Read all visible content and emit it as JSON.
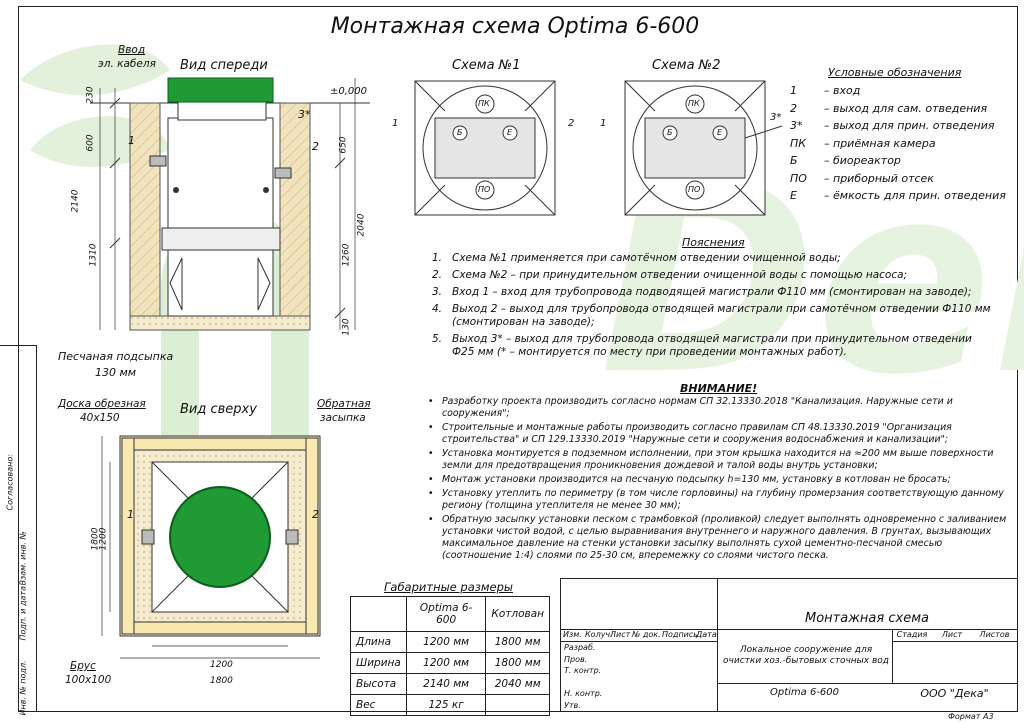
{
  "title": "Монтажная схема Optima 6-600",
  "watermark": "Deka",
  "front_view": {
    "heading": "Вид спереди",
    "cable_label": [
      "Ввод",
      "эл. кабеля"
    ],
    "level_label": "±0,000",
    "dims_left": [
      "230",
      "600",
      "2140",
      "1310"
    ],
    "dims_right": [
      "650",
      "2040",
      "1260",
      "130"
    ],
    "port_labels": [
      "1",
      "2",
      "3*"
    ],
    "sand_label": [
      "Песчаная подсыпка",
      "130 мм"
    ]
  },
  "schemes": [
    {
      "title": "Схема №1",
      "labels": [
        "ПК",
        "Б",
        "Е",
        "ПО",
        "1",
        "2"
      ]
    },
    {
      "title": "Схема №2",
      "labels": [
        "ПК",
        "Б",
        "Е",
        "ПО",
        "1",
        "3*"
      ]
    }
  ],
  "legend": {
    "title": "Условные обозначения",
    "items": [
      {
        "key": "1",
        "text": "– вход"
      },
      {
        "key": "2",
        "text": "– выход для сам. отведения"
      },
      {
        "key": "3*",
        "text": "– выход для прин. отведения"
      },
      {
        "key": "ПК",
        "text": "– приёмная камера"
      },
      {
        "key": "Б",
        "text": "– биореактор"
      },
      {
        "key": "ПО",
        "text": "– приборный отсек"
      },
      {
        "key": "Е",
        "text": "– ёмкость для прин. отведения"
      }
    ]
  },
  "notes": {
    "title": "Пояснения",
    "items": [
      {
        "n": "1.",
        "text": "Схема №1 применяется при самотёчном отведении очищенной воды;"
      },
      {
        "n": "2.",
        "text": "Схема №2 – при принудительном отведении очищенной воды с помощью насоса;"
      },
      {
        "n": "3.",
        "text": "Вход 1 – вход для трубопровода подводящей магистрали Ф110 мм (смонтирован на заводе);"
      },
      {
        "n": "4.",
        "text": "Выход 2 – выход для трубопровода отводящей магистрали при самотёчном отведении Ф110 мм (смонтирован на заводе);"
      },
      {
        "n": "5.",
        "text": "Выход 3* – выход для трубопровода отводящей магистрали при принудительном отведении Ф25 мм (* – монтируется по месту при проведении монтажных работ)."
      }
    ]
  },
  "warning": {
    "title": "ВНИМАНИЕ!",
    "items": [
      "Разработку проекта производить согласно нормам СП 32.13330.2018 \"Канализация. Наружные сети и сооружения\";",
      "Строительные и монтажные работы производить согласно правилам СП 48.13330.2019 \"Организация строительства\" и СП 129.13330.2019 \"Наружные сети и сооружения водоснабжения и канализации\";",
      "Установка монтируется в подземном исполнении, при этом крышка находится на ≈200 мм выше поверхности земли для предотвращения проникновения дождевой и талой воды внутрь установки;",
      "Монтаж установки производится на песчаную подсыпку h=130 мм, установку в котлован не бросать;",
      "Установку утеплить по периметру (в том числе горловины) на глубину промерзания соответствующую данному региону (толщина утеплителя не менее 30 мм);",
      "Обратную засыпку установки песком с трамбовкой (проливкой) следует выполнять одновременно с заливанием установки чистой водой, с целью выравнивания внутреннего и наружного давления. В грунтах, вызывающих максимальное давление на стенки установки засыпку выполнять сухой цементно-песчаной смесью (соотношение 1:4) слоями по 25-30 см, вперемежку со слоями чистого песка."
    ]
  },
  "top_view": {
    "heading": "Вид сверху",
    "board_label": [
      "Доска обрезная",
      "40x150"
    ],
    "backfill_label": [
      "Обратная",
      "засыпка"
    ],
    "beam_label": [
      "Брус",
      "100x100"
    ],
    "dims": [
      "1800",
      "1200",
      "1200",
      "1800"
    ],
    "port_labels": [
      "1",
      "2"
    ]
  },
  "dims_table": {
    "title": "Габаритные размеры",
    "headers": [
      "",
      "Optima 6-600",
      "Котлован"
    ],
    "rows": [
      [
        "Длина",
        "1200 мм",
        "1800 мм"
      ],
      [
        "Ширина",
        "1200 мм",
        "1800 мм"
      ],
      [
        "Высота",
        "2140 мм",
        "2040 мм"
      ],
      [
        "Вес",
        "125 кг",
        ""
      ]
    ]
  },
  "side_stamp": [
    "Согласовано:",
    "Взам. инв. №",
    "Подп. и дата",
    "Инв. № подл."
  ],
  "title_block": {
    "col_headers": [
      "Изм.",
      "Колуч.",
      "Лист",
      "№ док.",
      "Подпись",
      "Дата"
    ],
    "roles": [
      "Разраб.",
      "Пров.",
      "Т. контр.",
      "",
      "Н. контр.",
      "Утв."
    ],
    "doc_title": "Монтажная схема",
    "description": "Локальное сооружение для очистки хоз.-бытовых сточных вод",
    "stage_headers": [
      "Стадия",
      "Лист",
      "Листов"
    ],
    "model": "Optima 6-600",
    "company": "ООО \"Дека\"",
    "format": "Формат А3"
  },
  "colors": {
    "green": "#1f9a35",
    "sand": "#f3e7c4",
    "wood": "#f7e9b0",
    "watermark": "#dff0d8"
  }
}
